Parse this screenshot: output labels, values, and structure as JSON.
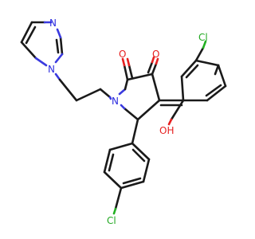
{
  "atoms": {
    "n_imidazole_top": "N",
    "n_imidazole_attach": "N",
    "n_pyrrolidone": "N",
    "o_lactam": "O",
    "o_ketone": "O",
    "oh_enol": "OH",
    "cl_top": "Cl",
    "cl_bottom": "Cl"
  },
  "colors": {
    "carbon": "#1a1a1a",
    "nitrogen": "#2a2adf",
    "oxygen": "#e62020",
    "chlorine": "#22a822"
  }
}
